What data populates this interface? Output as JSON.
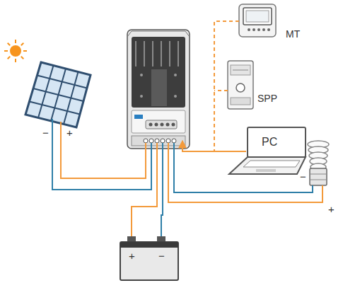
{
  "diagram": {
    "nodes": [
      {
        "text": [
          "MT"
        ]
      },
      {
        "text": [
          "SPP"
        ]
      },
      {
        "text": [
          "−",
          "+"
        ]
      },
      {
        "text": [
          "PC"
        ]
      },
      {
        "text": [
          "−",
          "+"
        ]
      },
      {
        "text": [
          "+",
          "−"
        ]
      }
    ]
  }
}
